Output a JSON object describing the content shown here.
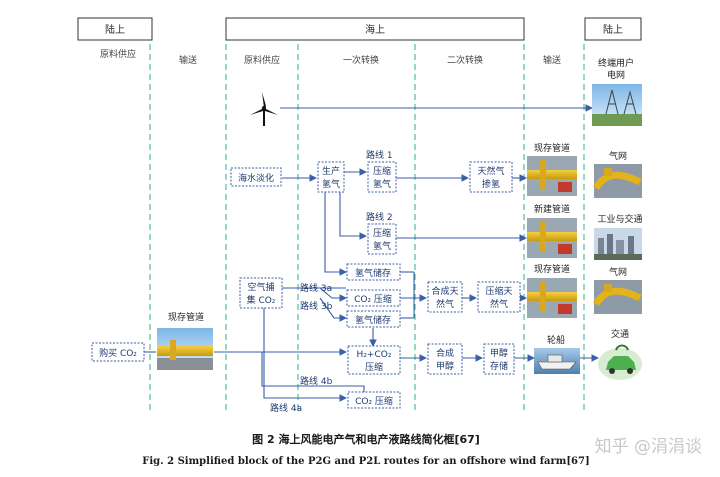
{
  "header": {
    "land_left": "陆上",
    "sea": "海上",
    "land_right": "陆上"
  },
  "columns": {
    "raw_supply_left": "原料供应",
    "transport_left": "输送",
    "raw_supply_sea": "原料供应",
    "primary_conversion": "一次转换",
    "secondary_conversion": "二次转换",
    "transport_right": "输送"
  },
  "nodes": {
    "desalination": "海水淡化",
    "h2_production": [
      "生产",
      "氢气"
    ],
    "route1_compress": [
      "压缩",
      "氢气"
    ],
    "route2_compress": [
      "压缩",
      "氢气"
    ],
    "natural_gas_blend": [
      "天然气",
      "掺氢"
    ],
    "air_capture": [
      "空气捕",
      "集 CO₂"
    ],
    "h2_storage_top": "氢气储存",
    "co2_compress": "CO₂ 压缩",
    "h2_storage_bottom": "氢气储存",
    "synth_natural_gas": [
      "合成天",
      "然气"
    ],
    "compress_natural_gas": [
      "压缩天",
      "然气"
    ],
    "h2_co2_compress": [
      "H₂+CO₂",
      "压缩"
    ],
    "synth_methanol": [
      "合成",
      "甲醇"
    ],
    "methanol_storage": [
      "甲醇",
      "存储"
    ],
    "co2_compress_bottom": "CO₂ 压缩",
    "buy_co2": "购买 CO₂"
  },
  "routes": {
    "route1": "路线 1",
    "route2": "路线 2",
    "route3a": "路线 3a",
    "route3b": "路线 3b",
    "route4b": "路线 4b",
    "route4a": "路线 4a"
  },
  "images": {
    "existing_pipeline_left": "现存管道",
    "end_user": [
      "终端用户",
      "电网"
    ],
    "existing_pipeline_1": "现存管道",
    "gas_grid_1": "气网",
    "new_pipeline": "新建管道",
    "industry_transport": "工业与交通",
    "existing_pipeline_2": "现存管道",
    "gas_grid_2": "气网",
    "ship": "轮船",
    "transport": "交通"
  },
  "icons": {
    "wind_turbine": "wind-turbine-icon"
  },
  "caption": {
    "cn": "图 2   海上风能电产气和电产液路线简化框[67]",
    "en": "Fig. 2   Simplified block of the P2G and P2L routes for an offshore wind farm[67]"
  },
  "watermark": "知乎 @涓涓谈",
  "colors": {
    "divider": "#2bb08a",
    "flow": "#3a5ea8",
    "node_text": "#1f3a70"
  }
}
